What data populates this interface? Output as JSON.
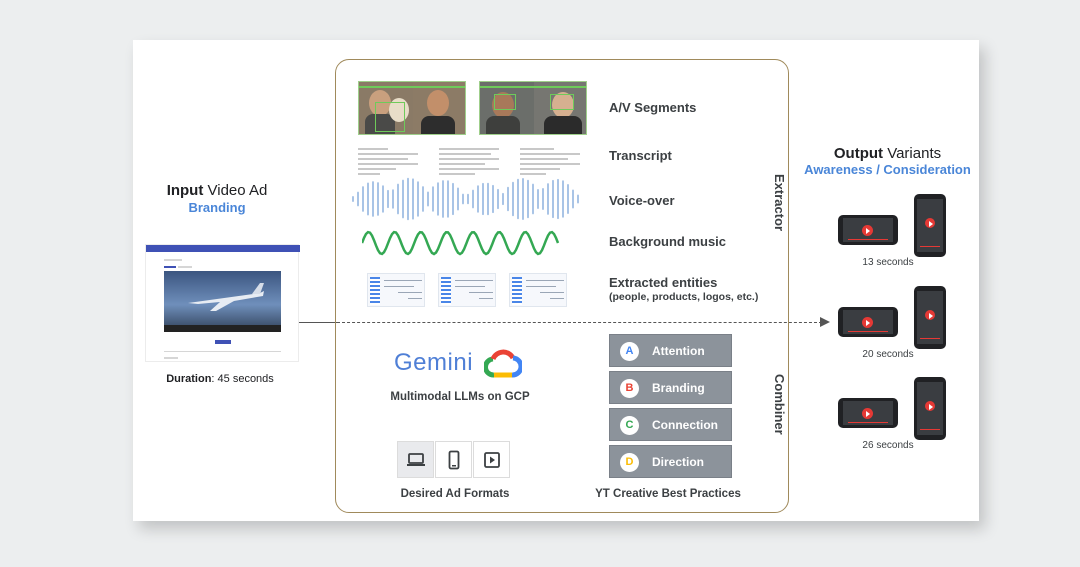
{
  "input": {
    "title_bold": "Input",
    "title_rest": " Video Ad",
    "subtitle": "Branding",
    "duration_label": "Duration",
    "duration_value": ": 45 seconds"
  },
  "extractor": {
    "label": "Extractor",
    "rows": [
      {
        "label": "A/V Segments"
      },
      {
        "label": "Transcript"
      },
      {
        "label": "Voice-over"
      },
      {
        "label": "Background music"
      },
      {
        "label": "Extracted entities",
        "sub": "(people, products, logos, etc.)"
      }
    ]
  },
  "combiner": {
    "label": "Combiner",
    "gemini_text": "Gemini",
    "llm_caption": "Multimodal LLMs on GCP",
    "formats_caption": "Desired Ad Formats",
    "formats": [
      {
        "icon": "laptop-icon"
      },
      {
        "icon": "phone-icon"
      },
      {
        "icon": "play-square-icon"
      }
    ],
    "best_practices_caption": "YT Creative Best Practices",
    "best_practices": [
      {
        "letter": "A",
        "label": "Attention",
        "color": "#4285f4"
      },
      {
        "letter": "B",
        "label": "Branding",
        "color": "#ea4335"
      },
      {
        "letter": "C",
        "label": "Connection",
        "color": "#34a853"
      },
      {
        "letter": "D",
        "label": "Direction",
        "color": "#fbbc04"
      }
    ]
  },
  "output": {
    "title_bold": "Output",
    "title_rest": " Variants",
    "subtitle": "Awareness / Consideration",
    "variants": [
      {
        "duration": "13 seconds"
      },
      {
        "duration": "20 seconds"
      },
      {
        "duration": "26 seconds"
      }
    ]
  },
  "colors": {
    "accent_blue": "#4a86d8",
    "panel_border": "#a08a5b",
    "wave_green": "#34a853",
    "voice_blue": "#a9c4e6",
    "youtube_red": "#e53935"
  }
}
